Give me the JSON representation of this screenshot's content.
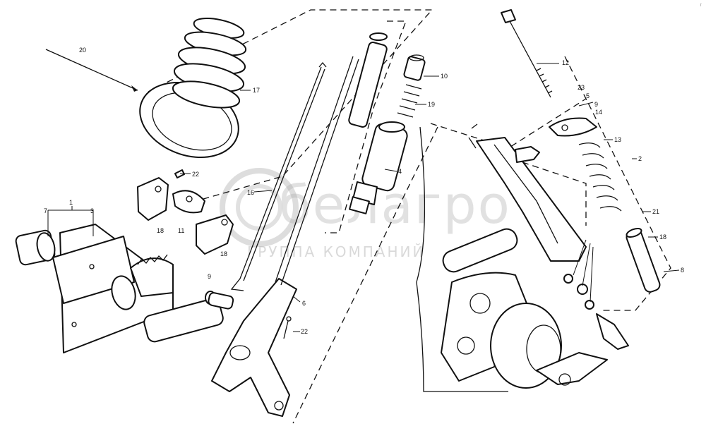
{
  "watermark": {
    "logo_text": "белагро",
    "subtitle": "ГРУППА КОМПАНИЙ"
  },
  "corner_mark": "г",
  "callouts": {
    "c1": "1",
    "c2": "2",
    "c3": "3",
    "c4": "4",
    "c5": "5",
    "c6": "6",
    "c7": "7",
    "c8": "8",
    "c9a": "9",
    "c9b": "9",
    "c10": "10",
    "c11": "11",
    "c12": "12",
    "c13": "13",
    "c14": "14",
    "c16": "16",
    "c17": "17",
    "c18a": "18",
    "c18b": "18",
    "c18c": "18",
    "c19": "19",
    "c20": "20",
    "c21": "21",
    "c22a": "22",
    "c22b": "22",
    "c23": "23"
  }
}
